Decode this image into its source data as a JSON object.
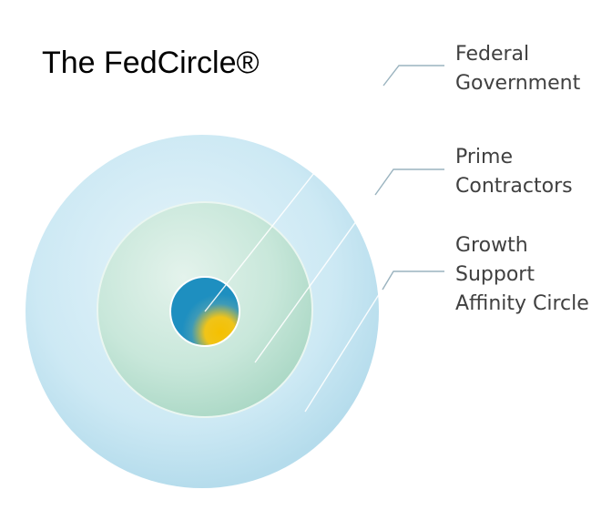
{
  "title": "The FedCircle®",
  "labels": {
    "federal": [
      "Federal",
      "Government"
    ],
    "prime": [
      "Prime",
      "Contractors"
    ],
    "growth": [
      "Growth",
      "Support",
      "Affinity Circle"
    ]
  },
  "colors": {
    "outer_circle": "#cde9f4",
    "middle_circle": "#c2e5d6",
    "inner_circle": "#1e8fc0",
    "inner_accent": "#f5c000",
    "leader_line": "#9ab3bf",
    "label_text": "#404040"
  }
}
